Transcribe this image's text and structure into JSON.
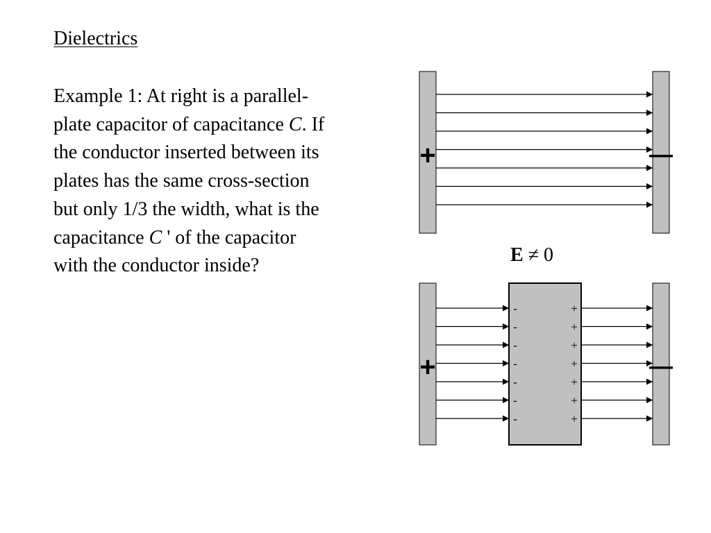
{
  "slide": {
    "title": "Dielectrics",
    "problem": {
      "line1": "Example 1:  At right is a parallel-",
      "line2_a": "plate capacitor of capacitance ",
      "line2_var": "C",
      "line2_b": ".  If",
      "line3": "the conductor inserted between its",
      "line4": "plates has the same cross-section",
      "line5": "but only 1/3 the width, what is the",
      "line6_a": "capacitance ",
      "line6_var": "C",
      "line6_b": " ' of the capacitor",
      "line7": "with the conductor inside?"
    }
  },
  "diagram": {
    "plate_fill": "#c0c0c0",
    "conductor_fill": "#c0c0c0",
    "line_color": "#000000",
    "positive_symbol": "+",
    "negative_symbol": "—",
    "top_capacitor": {
      "field_line_count": 7
    },
    "bottom_capacitor": {
      "field_line_count": 7,
      "conductor_width_fraction": 0.3333,
      "induced_negative_charge": "-",
      "induced_positive_charge": "+"
    },
    "field_label": {
      "symbol": "E",
      "relation": " ≠ 0"
    }
  }
}
